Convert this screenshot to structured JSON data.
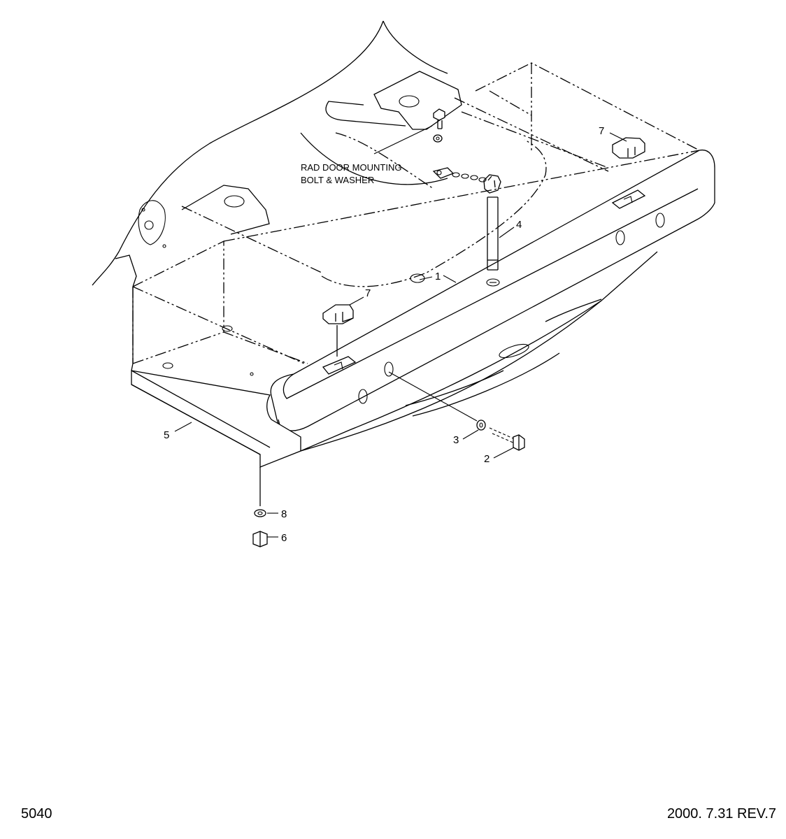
{
  "note": {
    "line1": "RAD DOOR MOUNTING",
    "line2": "BOLT & WASHER"
  },
  "callouts": {
    "c1": "1",
    "c2": "2",
    "c3": "3",
    "c4": "4",
    "c5": "5",
    "c6": "6",
    "c7a": "7",
    "c7b": "7",
    "c8": "8"
  },
  "footer": {
    "page_code": "5040",
    "revision": "2000. 7.31  REV.7"
  }
}
